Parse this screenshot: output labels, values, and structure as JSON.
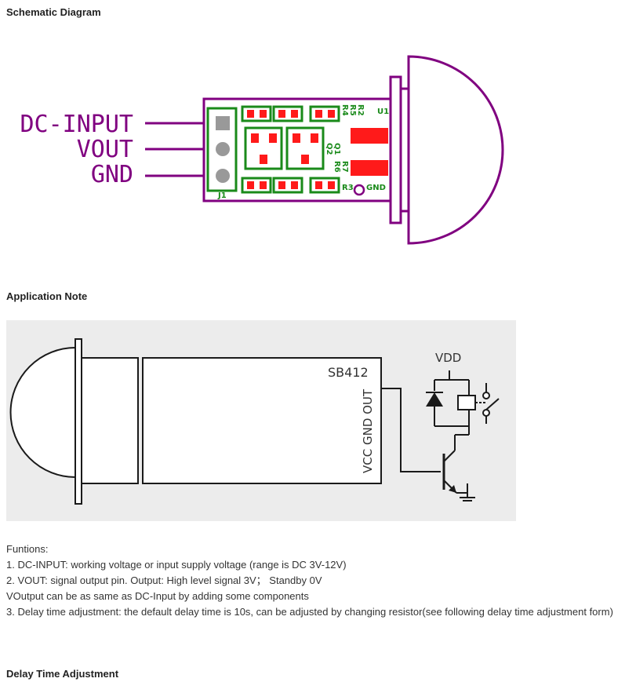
{
  "headings": {
    "schematic": "Schematic Diagram",
    "app_note": "Application Note",
    "delay": "Delay Time Adjustment"
  },
  "schematic": {
    "pins": [
      "DC-INPUT",
      "VOUT",
      "GND"
    ],
    "labels": {
      "j1": "J1",
      "u1": "U1",
      "r2": "R2",
      "r5": "R5",
      "r4": "R4",
      "q1": "Q1",
      "q2": "Q2",
      "r7": "R7",
      "r6": "R6",
      "r3": "R3",
      "gnd": "GND"
    },
    "colors": {
      "board": "#800080",
      "component": "#1a8a1a",
      "pad": "#ff1a1a",
      "label": "#800080"
    }
  },
  "app_note": {
    "module": "SB412",
    "pins_label": "VCC GND OUT",
    "vdd": "VDD",
    "colors": {
      "background": "#ececec",
      "line": "#1a1a1a"
    }
  },
  "functions": {
    "title": "Funtions:",
    "items": [
      "1. DC-INPUT: working voltage or input supply voltage (range is DC 3V-12V)",
      "2. VOUT: signal output pin. Output: High level signal 3V；  Standby 0V",
      "VOutput can be as same as DC-Input by adding some components",
      "3. Delay time adjustment: the default delay time is 10s, can be adjusted by changing resistor(see following delay time adjustment form)"
    ]
  }
}
